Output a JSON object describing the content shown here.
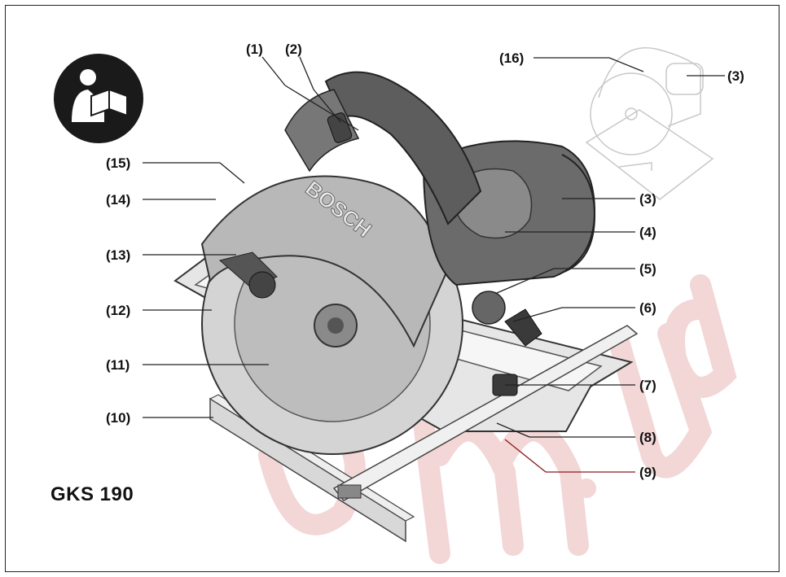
{
  "model_name": "GKS 190",
  "brand_text": "BOSCH",
  "watermark_text": "om.ua",
  "colors": {
    "body": "#6b6b6b",
    "dark": "#3a3a3a",
    "blade": "#c9c9c9",
    "watermark": "#f2d4d4"
  },
  "icon": "read-manual-icon",
  "labels": {
    "l1": "(1)",
    "l2": "(2)",
    "l3a": "(3)",
    "l3b": "(3)",
    "l4": "(4)",
    "l5": "(5)",
    "l6": "(6)",
    "l7": "(7)",
    "l8": "(8)",
    "l9": "(9)",
    "l10": "(10)",
    "l11": "(11)",
    "l12": "(12)",
    "l13": "(13)",
    "l14": "(14)",
    "l15": "(15)",
    "l16": "(16)"
  }
}
